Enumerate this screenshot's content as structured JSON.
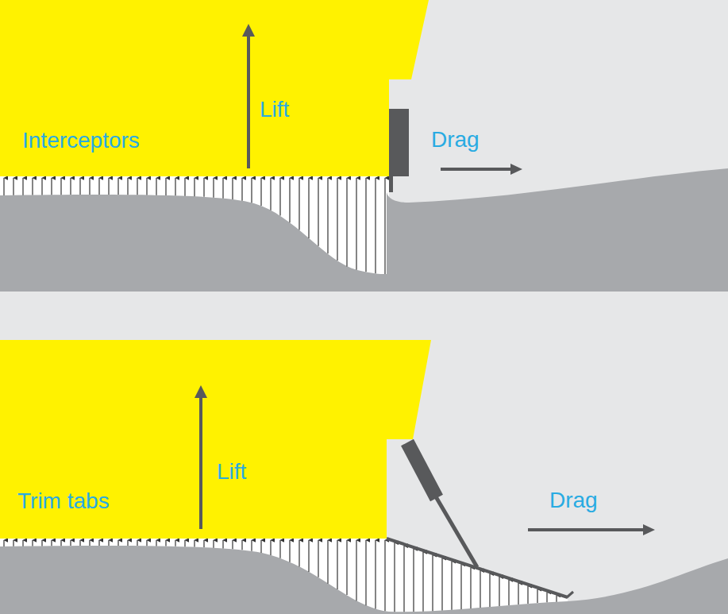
{
  "diagram": {
    "labels": [
      "Interceptors",
      "Lift",
      "Drag",
      "Trim tabs",
      "Lift",
      "Drag"
    ]
  }
}
